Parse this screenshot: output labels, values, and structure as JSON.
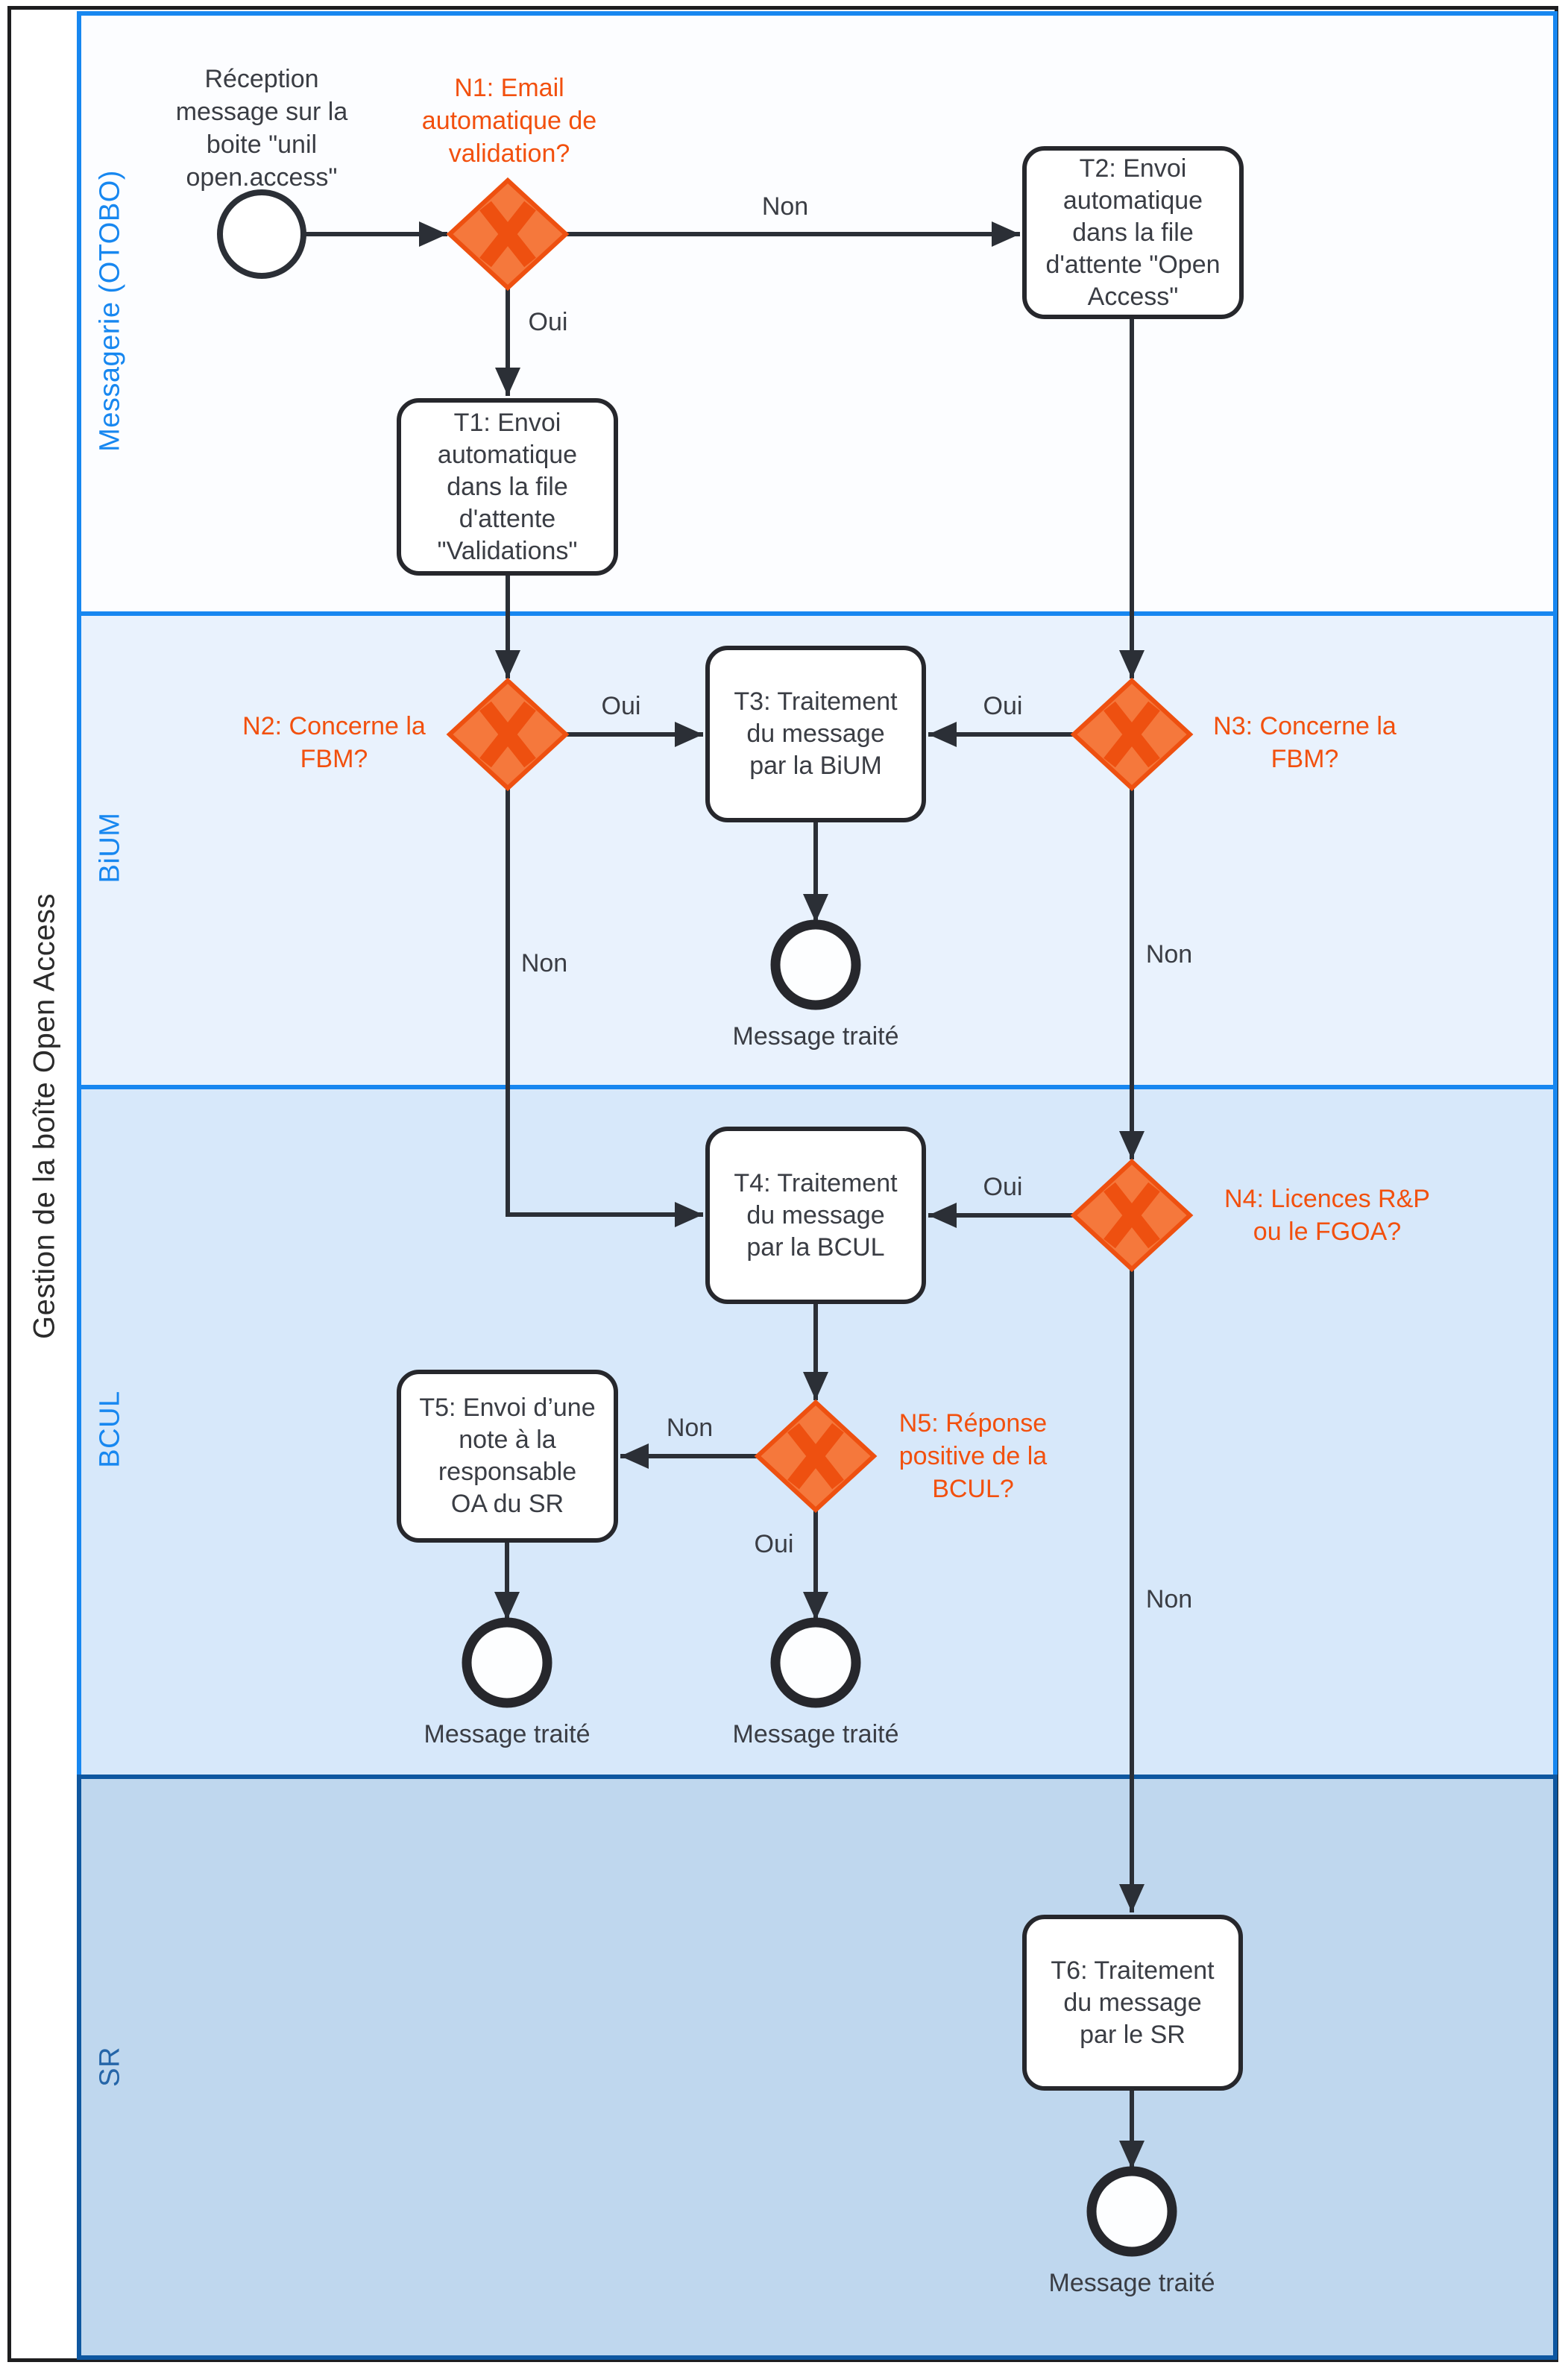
{
  "pool": {
    "title": "Gestion de la boîte Open Access"
  },
  "lanes": [
    {
      "id": "messagerie",
      "label": "Messagerie (OTOBO)",
      "fill": "#fcfdff",
      "border": "#1787f0",
      "label_color": "#1787f0"
    },
    {
      "id": "bium",
      "label": "BiUM",
      "fill": "#e9f2fd",
      "border": "#1787f0",
      "label_color": "#1787f0"
    },
    {
      "id": "bcul",
      "label": "BCUL",
      "fill": "#d7e8fa",
      "border": "#1787f0",
      "label_color": "#1787f0"
    },
    {
      "id": "sr",
      "label": "SR",
      "fill": "#bfd7ee",
      "border": "#0e57a0",
      "label_color": "#2565a8"
    }
  ],
  "events": {
    "start_label": "Réception\nmessage sur la\nboite \"unil\nopen.access\"",
    "end_bium_label": "Message traité",
    "end_bcul_note_label": "Message traité",
    "end_bcul_label": "Message traité",
    "end_sr_label": "Message traité"
  },
  "tasks": {
    "t1": {
      "label": "T1: Envoi\nautomatique\ndans la file\nd'attente\n\"Validations\""
    },
    "t2": {
      "label": "T2: Envoi\nautomatique\ndans la file\nd'attente \"Open\nAccess\""
    },
    "t3": {
      "label": "T3: Traitement\ndu message\npar la BiUM"
    },
    "t4": {
      "label": "T4: Traitement\ndu message\npar la BCUL"
    },
    "t5": {
      "label": "T5: Envoi d’une\nnote à la\nresponsable\nOA du SR"
    },
    "t6": {
      "label": "T6: Traitement\ndu message\npar le SR"
    }
  },
  "gateways": {
    "n1": {
      "label": "N1: Email\nautomatique de\nvalidation?"
    },
    "n2": {
      "label": "N2: Concerne la\nFBM?"
    },
    "n3": {
      "label": "N3: Concerne la\nFBM?"
    },
    "n4": {
      "label": "N4: Licences R&P\nou le FGOA?"
    },
    "n5": {
      "label": "N5: Réponse\npositive de la\nBCUL?"
    }
  },
  "edge_labels": {
    "n1_non": "Non",
    "n1_oui": "Oui",
    "n2_oui": "Oui",
    "n2_non": "Non",
    "n3_oui": "Oui",
    "n3_non": "Non",
    "n4_oui": "Oui",
    "n4_non": "Non",
    "n5_non": "Non",
    "n5_oui": "Oui"
  },
  "colors": {
    "lane_border_blue": "#1787f0",
    "lane_border_dark_blue": "#0e57a0",
    "sr_label_blue": "#2565a8",
    "gateway_fill": "#f5783c",
    "gateway_stroke": "#ee5010",
    "gateway_label": "#f2500e",
    "connector": "#2b2f36",
    "node_border": "#26272c",
    "pool_border": "#1d1d1f",
    "text": "#3a3d44"
  }
}
